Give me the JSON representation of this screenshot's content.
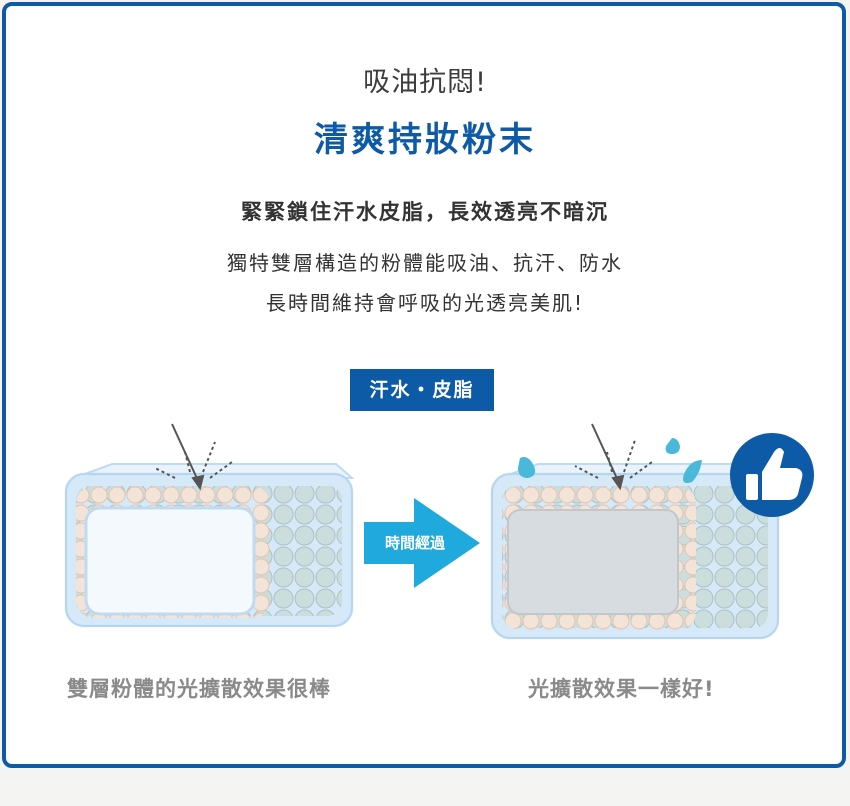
{
  "header": {
    "subtitle": "吸油抗悶!",
    "title": "清爽持妝粉末"
  },
  "body": {
    "headline": "緊緊鎖住汗水皮脂，長效透亮不暗沉",
    "description_line1": "獨特雙層構造的粉體能吸油、抗汗、防水",
    "description_line2": "長時間維持會呼吸的光透亮美肌!"
  },
  "diagram": {
    "tag_label": "汗水・皮脂",
    "arrow_label": "時間經過",
    "caption_left": "雙層粉體的光擴散效果很棒",
    "caption_right": "光擴散效果一樣好!",
    "icons": [
      "thumbs-up-icon",
      "water-drop-icon",
      "light-arrow-icon"
    ]
  },
  "colors": {
    "brand_blue": "#0d5aa7",
    "arrow_cyan": "#1fa9dc",
    "capsule_blue": "#cfe6f7",
    "inner_peach": "#fde3cc",
    "outer_green": "#c9d9d5",
    "gray_core": "#d8d8d8",
    "drop_cyan": "#4ab8d9"
  }
}
